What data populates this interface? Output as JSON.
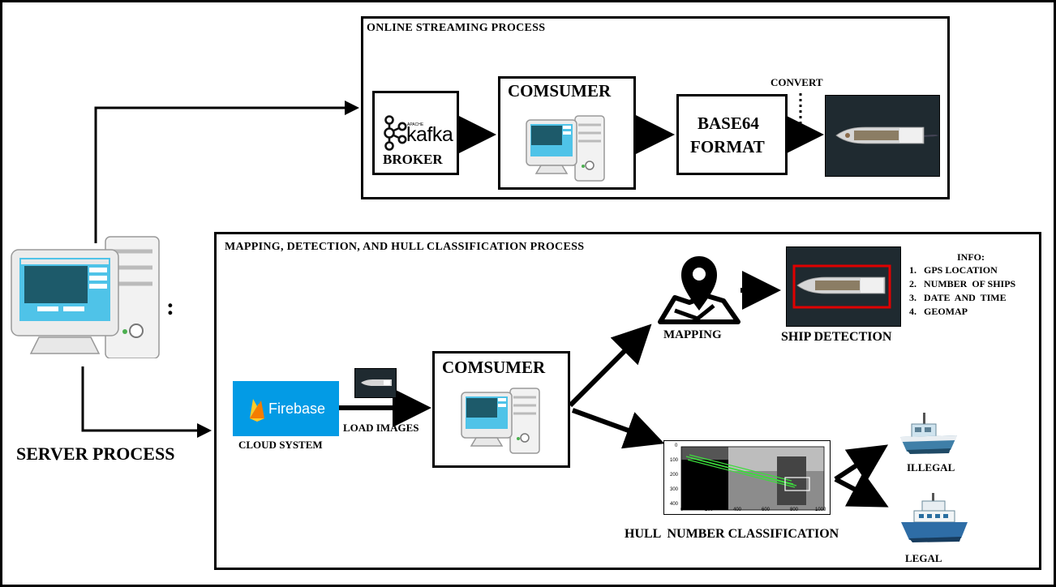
{
  "online": {
    "title": "ONLINE  STREAMING  PROCESS",
    "kafka_small": "APACHE",
    "kafka_word": "kafka",
    "broker": "BROKER",
    "consumer": "COMSUMER",
    "base64_line1": "BASE64",
    "base64_line2": "FORMAT",
    "convert": "CONVERT"
  },
  "mapping": {
    "title": "MAPPING,  DETECTION,  AND  HULL  CLASSIFICATION  PROCESS",
    "firebase": "Firebase",
    "cloud": "CLOUD SYSTEM",
    "load_images": "LOAD IMAGES",
    "consumer": "COMSUMER",
    "mapping_label": "MAPPING",
    "ship_detection": "SHIP DETECTION",
    "info_title": "INFO:",
    "info_items": [
      "1.   GPS LOCATION",
      "2.   NUMBER  OF SHIPS",
      "3.   DATE  AND  TIME",
      "4.   GEOMAP"
    ],
    "hull": "HULL  NUMBER CLASSIFICATION",
    "illegal": "ILLEGAL",
    "legal": "LEGAL",
    "plot_y_ticks": [
      "0",
      "100",
      "200",
      "300",
      "400"
    ],
    "plot_x_ticks": [
      "0",
      "200",
      "400",
      "600",
      "800",
      "1000"
    ]
  },
  "server": {
    "label": "SERVER PROCESS",
    "colon": ":"
  },
  "colors": {
    "firebase_blue": "#039be5",
    "firebase_yellow": "#ffca28",
    "firebase_orange": "#f57c00",
    "detect_box": "#e00000",
    "screen_cyan": "#4fc3e8"
  }
}
